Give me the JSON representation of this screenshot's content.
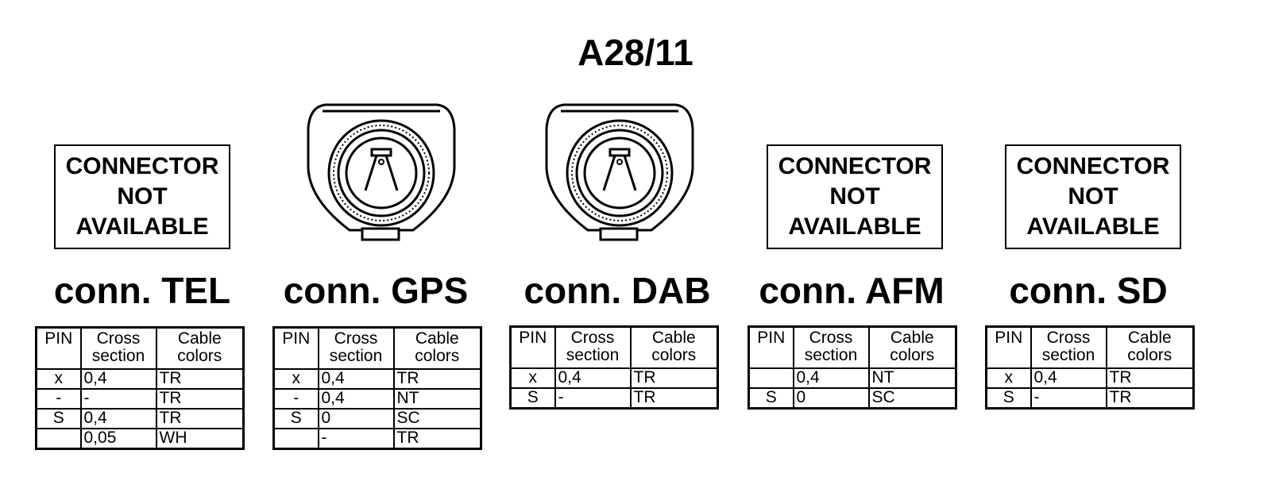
{
  "title": "A28/11",
  "not_available_text": [
    "CONNECTOR",
    "NOT",
    "AVAILABLE"
  ],
  "table_headers": {
    "pin": "PIN",
    "cross_section": [
      "Cross",
      "section"
    ],
    "cable_colors": [
      "Cable",
      "colors"
    ]
  },
  "connectors": {
    "tel": {
      "name": "conn. TEL",
      "rows": [
        {
          "pin": "x",
          "cross": "0,4",
          "color": "TR"
        },
        {
          "pin": "-",
          "cross": "-",
          "color": "TR"
        },
        {
          "pin": "S",
          "cross": "0,4",
          "color": "TR"
        },
        {
          "pin": "",
          "cross": "0,05",
          "color": "WH"
        }
      ]
    },
    "gps": {
      "name": "conn. GPS",
      "rows": [
        {
          "pin": "x",
          "cross": "0,4",
          "color": "TR"
        },
        {
          "pin": "-",
          "cross": "0,4",
          "color": "NT"
        },
        {
          "pin": "S",
          "cross": "0",
          "color": "SC"
        },
        {
          "pin": "",
          "cross": "-",
          "color": "TR"
        }
      ]
    },
    "dab": {
      "name": "conn. DAB",
      "rows": [
        {
          "pin": "x",
          "cross": "0,4",
          "color": "TR"
        },
        {
          "pin": "S",
          "cross": "-",
          "color": "TR"
        }
      ]
    },
    "afm": {
      "name": "conn. AFM",
      "rows": [
        {
          "pin": "",
          "cross": "0,4",
          "color": "NT"
        },
        {
          "pin": "S",
          "cross": "0",
          "color": "SC"
        }
      ]
    },
    "sd": {
      "name": "conn. SD",
      "rows": [
        {
          "pin": "x",
          "cross": "0,4",
          "color": "TR"
        },
        {
          "pin": "S",
          "cross": "-",
          "color": "TR"
        }
      ]
    }
  }
}
